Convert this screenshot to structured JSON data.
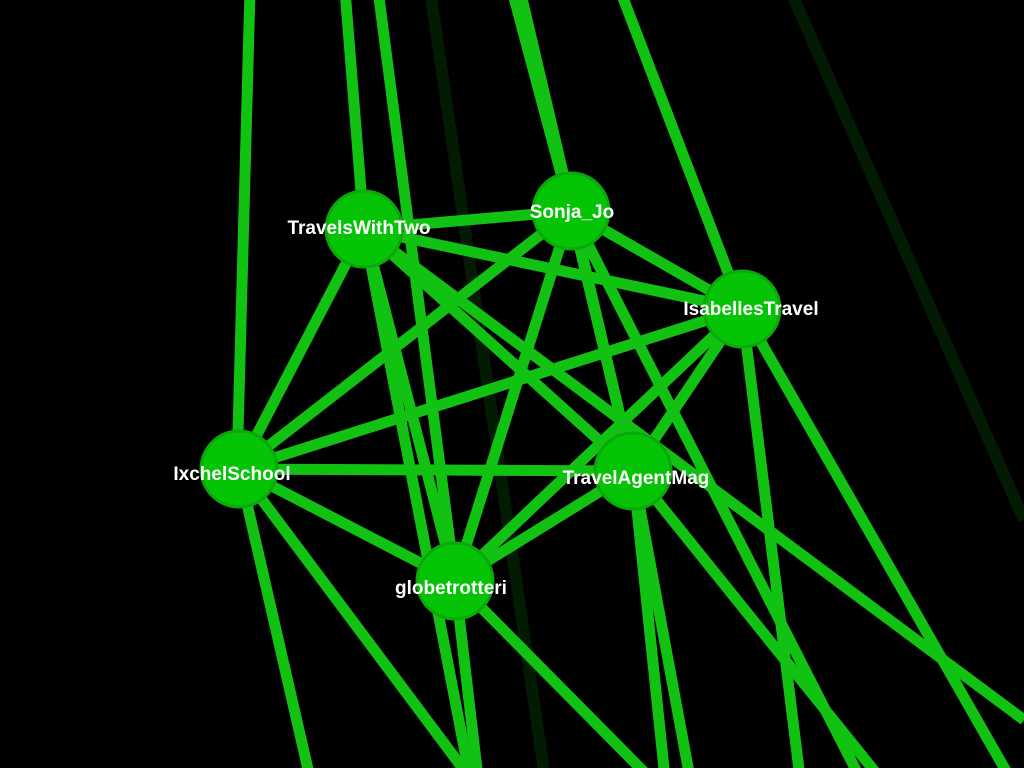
{
  "colors": {
    "background": "#000000",
    "edge": "#12c212",
    "node_fill": "#05c405",
    "node_stroke": "#0ba80b",
    "label": "#ffffff",
    "ghost_edge": "#031a03"
  },
  "nodes": [
    {
      "id": "travelswithtwo",
      "label": "TravelsWithTwo"
    },
    {
      "id": "sonja_jo",
      "label": "Sonja_Jo"
    },
    {
      "id": "isabellestravel",
      "label": "IsabellesTravel"
    },
    {
      "id": "ixchelschool",
      "label": "IxchelSchool"
    },
    {
      "id": "travelagentmag",
      "label": "TravelAgentMag"
    },
    {
      "id": "globetrotteri",
      "label": "globetrotteri"
    }
  ],
  "edges": [
    [
      "travelswithtwo",
      "sonja_jo"
    ],
    [
      "travelswithtwo",
      "isabellestravel"
    ],
    [
      "travelswithtwo",
      "ixchelschool"
    ],
    [
      "travelswithtwo",
      "travelagentmag"
    ],
    [
      "travelswithtwo",
      "globetrotteri"
    ],
    [
      "sonja_jo",
      "isabellestravel"
    ],
    [
      "sonja_jo",
      "ixchelschool"
    ],
    [
      "sonja_jo",
      "travelagentmag"
    ],
    [
      "sonja_jo",
      "globetrotteri"
    ],
    [
      "isabellestravel",
      "ixchelschool"
    ],
    [
      "isabellestravel",
      "travelagentmag"
    ],
    [
      "isabellestravel",
      "globetrotteri"
    ],
    [
      "ixchelschool",
      "travelagentmag"
    ],
    [
      "ixchelschool",
      "globetrotteri"
    ],
    [
      "travelagentmag",
      "globetrotteri"
    ]
  ]
}
